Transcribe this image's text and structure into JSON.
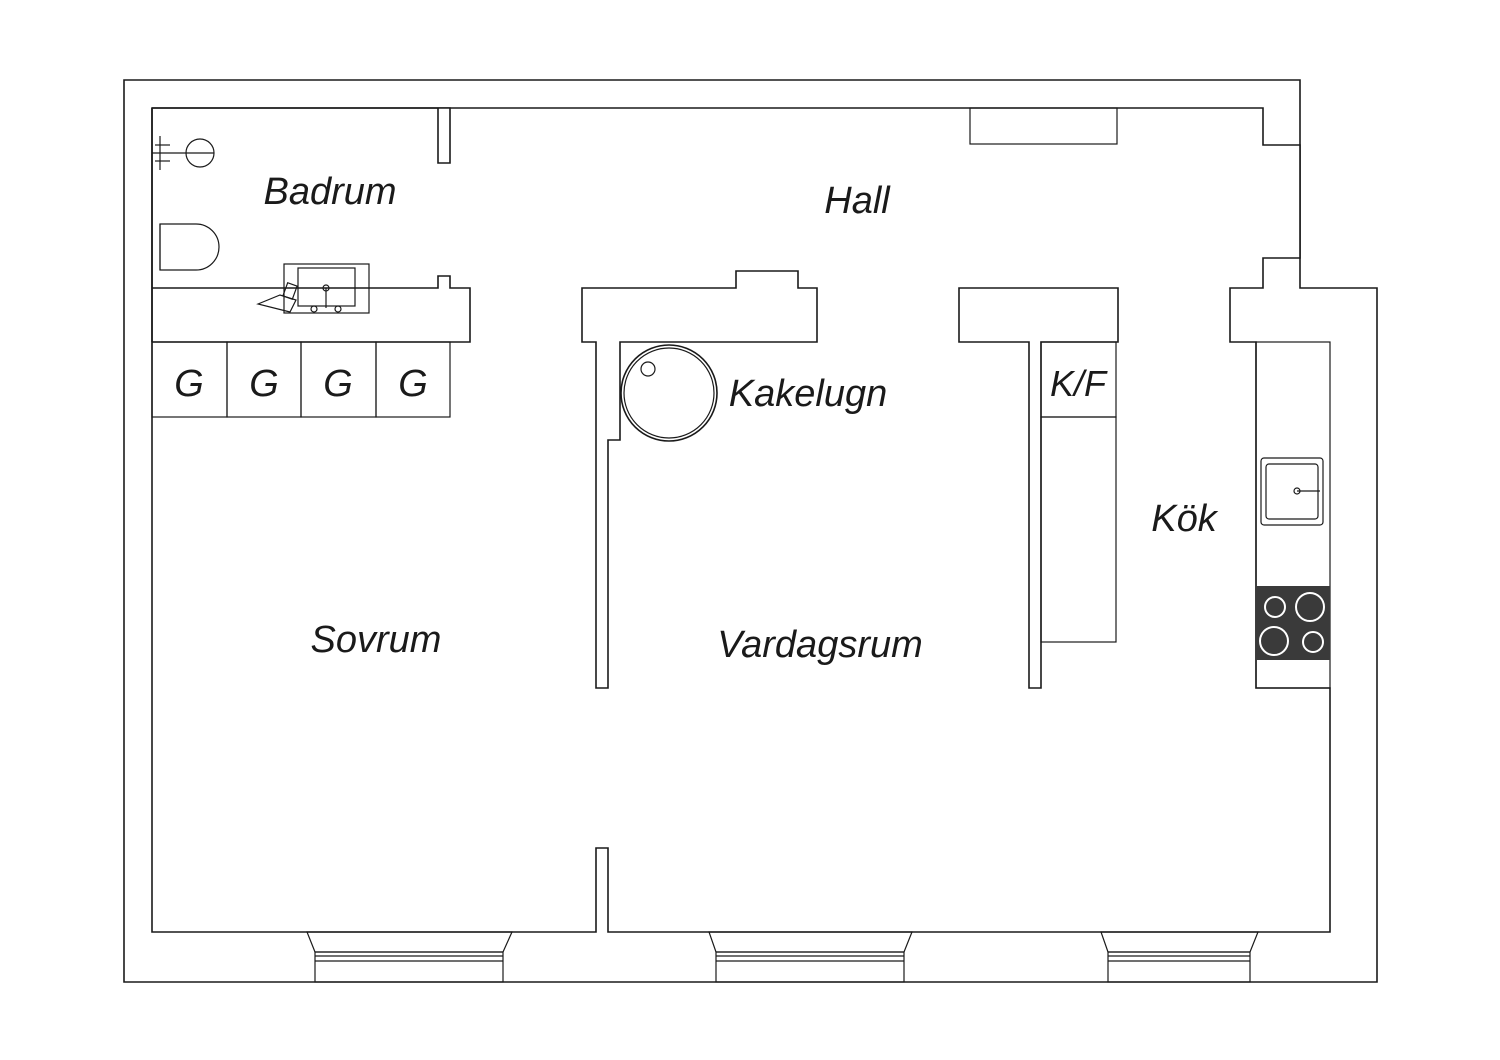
{
  "rooms": {
    "badrum": "Badrum",
    "hall": "Hall",
    "kakelugn": "Kakelugn",
    "sovrum": "Sovrum",
    "vardagsrum": "Vardagsrum",
    "kok": "Kök"
  },
  "wardrobe_labels": [
    "G",
    "G",
    "G",
    "G"
  ],
  "fridge_freezer_label": "K/F",
  "colors": {
    "line": "#1a1a1a",
    "background": "#ffffff",
    "stove": "#3a3a3a"
  }
}
